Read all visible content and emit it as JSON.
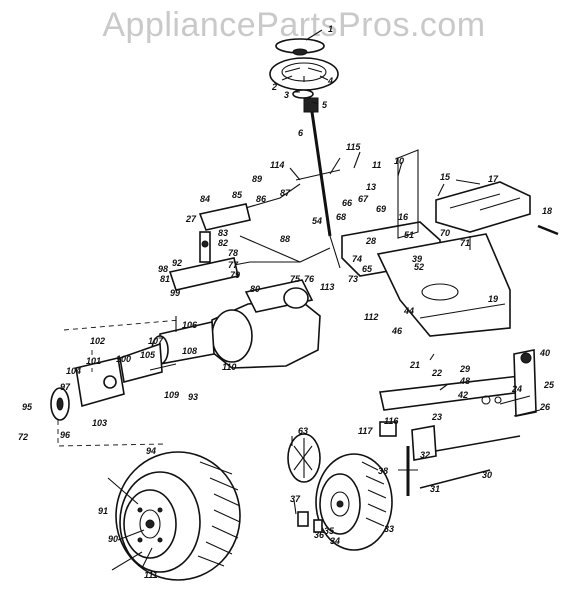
{
  "watermark": "AppliancePartsPros.com",
  "callouts": [
    "1",
    "2",
    "3",
    "4",
    "5",
    "6",
    "10",
    "11",
    "13",
    "15",
    "16",
    "17",
    "18",
    "19",
    "21",
    "22",
    "23",
    "24",
    "25",
    "26",
    "27",
    "28",
    "29",
    "30",
    "31",
    "32",
    "33",
    "34",
    "35",
    "36",
    "37",
    "38",
    "39",
    "40",
    "42",
    "44",
    "46",
    "48",
    "51",
    "52",
    "54",
    "63",
    "65",
    "66",
    "67",
    "68",
    "69",
    "70",
    "71",
    "72",
    "73",
    "74",
    "75",
    "76",
    "77",
    "78",
    "79",
    "80",
    "81",
    "82",
    "83",
    "84",
    "85",
    "86",
    "87",
    "88",
    "89",
    "90",
    "91",
    "92",
    "93",
    "94",
    "95",
    "96",
    "97",
    "98",
    "99",
    "100",
    "101",
    "102",
    "103",
    "104",
    "105",
    "106",
    "107",
    "108",
    "109",
    "110",
    "111",
    "112",
    "113",
    "114",
    "115",
    "116",
    "117"
  ]
}
